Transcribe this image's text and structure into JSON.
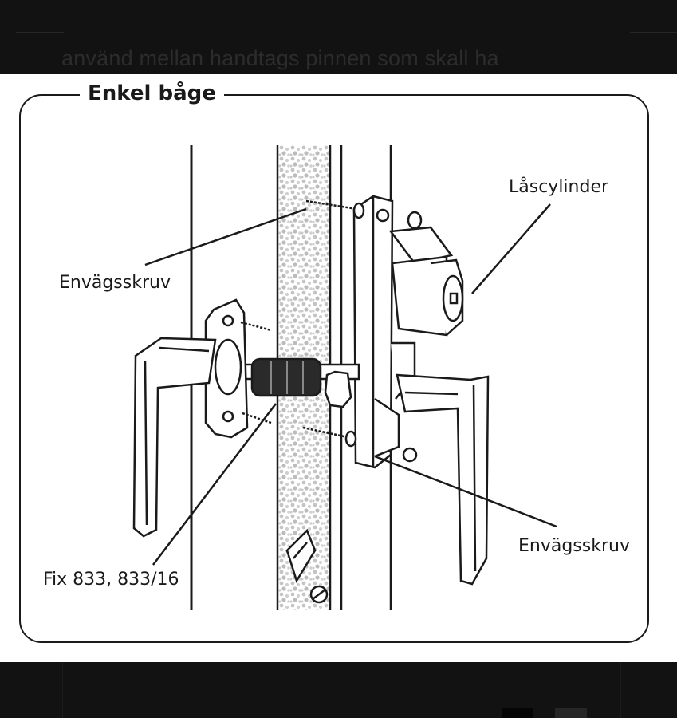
{
  "header": {
    "partial_text": "använd mellan handtags pinnen som skall ha"
  },
  "diagram": {
    "title": "Enkel båge",
    "labels": {
      "lock_cylinder": "Låscylinder",
      "screw_top": "Envägsskruv",
      "screw_bottom": "Envägsskruv",
      "fix": "Fix 833, 833/16"
    }
  },
  "colors": {
    "background": "#ffffff",
    "dark_bar": "#121212",
    "ink": "#1a1a1a",
    "stipple": "#bdbdbd"
  }
}
